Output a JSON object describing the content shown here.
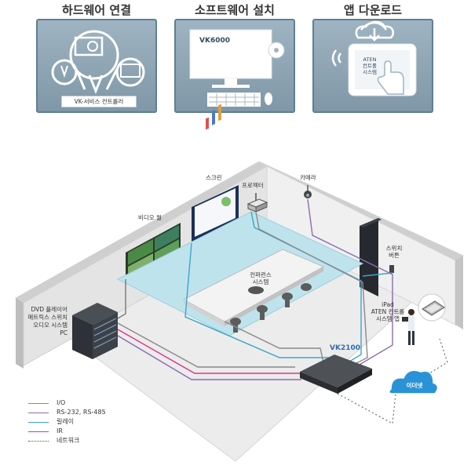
{
  "steps": [
    {
      "title": "하드웨어 연결",
      "banner": "VK-서비스 컨트롤러"
    },
    {
      "title": "소프트웨어 설치",
      "screen_text": "VK6000"
    },
    {
      "title": "앱 다운로드",
      "tablet_lines": [
        "ATEN",
        "컨트롤",
        "시스템"
      ]
    }
  ],
  "diagram": {
    "labels": {
      "video_wall": "비디오 월",
      "screen": "스크린",
      "projector": "프로젝터",
      "camera": "카메라",
      "switch_button": "스위치\n버튼",
      "conference_system": "컨퍼런스\n시스템",
      "rack_devices": "DVD 플레이어\n매트릭스 스위치\n오디오 시스템\nPC",
      "ipad_app": "iPad\nATEN 컨트롤\n시스템 앱",
      "controller": "VK2100",
      "cloud": "이더넷"
    }
  },
  "legend": [
    {
      "label": "I/O",
      "color": "#8a8a8a",
      "style": "solid"
    },
    {
      "label": "RS-232, RS-485",
      "color": "#8c6bb0",
      "style": "solid"
    },
    {
      "label": "릴레이",
      "color": "#3aa6c8",
      "style": "solid"
    },
    {
      "label": "IR",
      "color": "#d8388a",
      "style": "solid"
    },
    {
      "label": "네트워크",
      "color": "#555555",
      "style": "dotted"
    }
  ]
}
